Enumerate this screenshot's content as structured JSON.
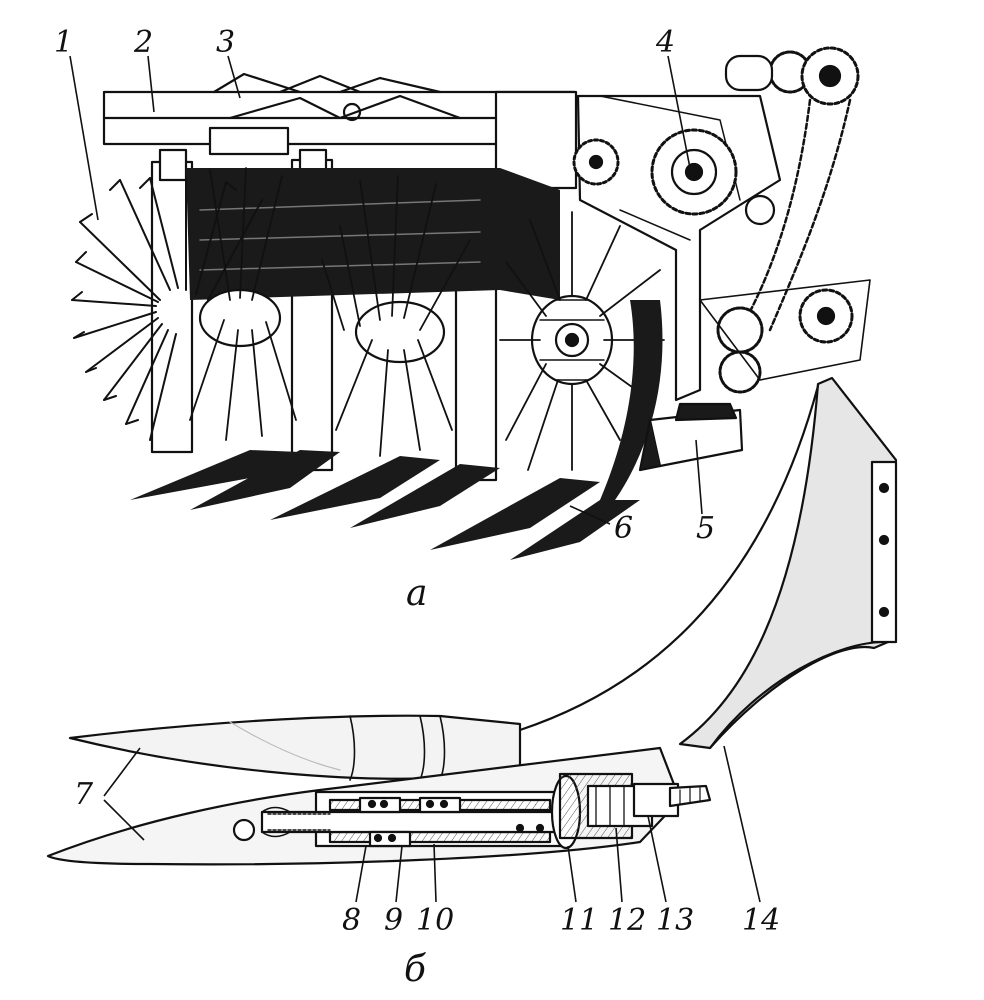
{
  "figure": {
    "callouts": [
      "1",
      "2",
      "3",
      "4",
      "5",
      "6",
      "7",
      "8",
      "9",
      "10",
      "11",
      "12",
      "13",
      "14"
    ],
    "captions": {
      "top": "а",
      "bottom": "б"
    },
    "colors": {
      "ink": "#111111",
      "paper": "#ffffff",
      "shade": "#cfcfcf"
    }
  }
}
